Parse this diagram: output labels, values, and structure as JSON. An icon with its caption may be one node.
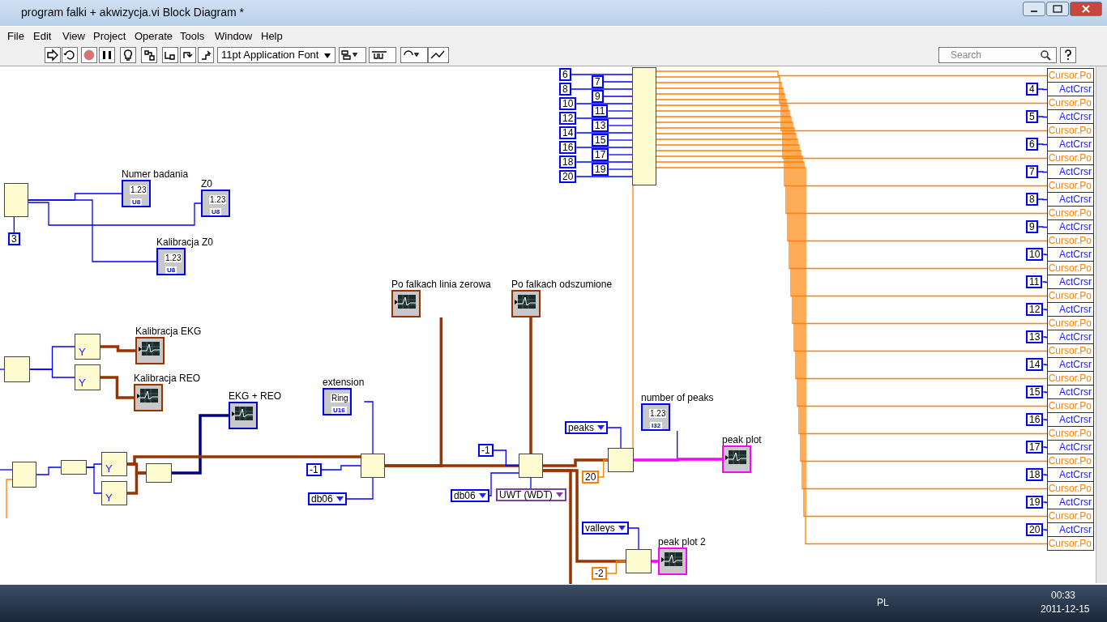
{
  "diagram": {
    "title": "program falki + akwizycja.vi Block Diagram *",
    "nodes": [
      {
        "text": [],
        "shape": "box"
      },
      {
        "text": [
          "3"
        ]
      },
      {
        "text": [
          "Numer badania",
          "1.23",
          "U8"
        ]
      },
      {
        "text": [
          "Z0",
          "1.23",
          "U8"
        ]
      },
      {
        "text": [
          "Kalibracja Z0",
          "1.23",
          "U8"
        ]
      },
      {
        "text": [],
        "shape": "box"
      },
      {
        "text": [
          "Y"
        ]
      },
      {
        "text": [
          "Y"
        ]
      },
      {
        "text": [
          "Kalibracja EKG"
        ]
      },
      {
        "text": [
          "Kalibracja REO"
        ]
      },
      {
        "text": [],
        "shape": "box"
      },
      {
        "text": [],
        "shape": "box"
      },
      {
        "text": [
          "Y"
        ]
      },
      {
        "text": [
          "Y"
        ]
      },
      {
        "text": [],
        "shape": "box"
      },
      {
        "text": [
          "EKG + REO"
        ]
      },
      {
        "text": [],
        "shape": "box"
      },
      {
        "text": [
          "extension",
          "Ring",
          "U16"
        ]
      },
      {
        "text": [
          "-1"
        ]
      },
      {
        "text": [
          "db06"
        ]
      },
      {
        "text": [
          "Po falkach linia zerowa"
        ]
      },
      {
        "text": [],
        "shape": "box"
      },
      {
        "text": [
          "-1"
        ]
      },
      {
        "text": [
          "UWT (WDT)"
        ]
      },
      {
        "text": [
          "db06"
        ]
      },
      {
        "text": [
          "Po falkach odszumione"
        ]
      },
      {
        "text": [],
        "shape": "box"
      },
      {
        "text": [
          "peaks"
        ]
      },
      {
        "text": [
          "20"
        ]
      },
      {
        "text": [
          "number of peaks",
          "1.23",
          "I32"
        ]
      },
      {
        "text": [
          "peak plot"
        ]
      },
      {
        "text": [
          "valleys"
        ]
      },
      {
        "text": [
          "-2"
        ]
      },
      {
        "text": [],
        "shape": "box"
      },
      {
        "text": [
          "peak plot 2"
        ]
      },
      {
        "text": [],
        "shape": "box"
      },
      {
        "text": [
          "6"
        ]
      },
      {
        "text": [
          "7"
        ]
      },
      {
        "text": [
          "8"
        ]
      },
      {
        "text": [
          "9"
        ]
      },
      {
        "text": [
          "10"
        ]
      },
      {
        "text": [
          "11"
        ]
      },
      {
        "text": [
          "12"
        ]
      },
      {
        "text": [
          "13"
        ]
      },
      {
        "text": [
          "14"
        ]
      },
      {
        "text": [
          "15"
        ]
      },
      {
        "text": [
          "16"
        ]
      },
      {
        "text": [
          "17"
        ]
      },
      {
        "text": [
          "18"
        ]
      },
      {
        "text": [
          "19"
        ]
      },
      {
        "text": [
          "20"
        ]
      },
      {
        "text": [],
        "shape": "box"
      },
      {
        "text": [
          "Cursor.Po"
        ],
        "in": 51
      },
      {
        "text": [
          "ActCrsr"
        ],
        "in": 51
      },
      {
        "text": [
          "Cursor.Po"
        ],
        "in": 51
      },
      {
        "text": [
          "ActCrsr"
        ],
        "in": 51
      },
      {
        "text": [
          "Cursor.Po"
        ],
        "in": 51
      },
      {
        "text": [
          "ActCrsr"
        ],
        "in": 51
      },
      {
        "text": [
          "Cursor.Po"
        ],
        "in": 51
      },
      {
        "text": [
          "ActCrsr"
        ],
        "in": 51
      },
      {
        "text": [
          "Cursor.Po"
        ],
        "in": 51
      },
      {
        "text": [
          "ActCrsr"
        ],
        "in": 51
      },
      {
        "text": [
          "Cursor.Po"
        ],
        "in": 51
      },
      {
        "text": [
          "ActCrsr"
        ],
        "in": 51
      },
      {
        "text": [
          "Cursor.Po"
        ],
        "in": 51
      },
      {
        "text": [
          "ActCrsr"
        ],
        "in": 51
      },
      {
        "text": [
          "Cursor.Po"
        ],
        "in": 51
      },
      {
        "text": [
          "ActCrsr"
        ],
        "in": 51
      },
      {
        "text": [
          "Cursor.Po"
        ],
        "in": 51
      },
      {
        "text": [
          "ActCrsr"
        ],
        "in": 51
      },
      {
        "text": [
          "Cursor.Po"
        ],
        "in": 51
      },
      {
        "text": [
          "ActCrsr"
        ],
        "in": 51
      },
      {
        "text": [
          "Cursor.Po"
        ],
        "in": 51
      },
      {
        "text": [
          "ActCrsr"
        ],
        "in": 51
      },
      {
        "text": [
          "Cursor.Po"
        ],
        "in": 51
      },
      {
        "text": [
          "ActCrsr"
        ],
        "in": 51
      },
      {
        "text": [
          "Cursor.Po"
        ],
        "in": 51
      },
      {
        "text": [
          "ActCrsr"
        ],
        "in": 51
      },
      {
        "text": [
          "Cursor.Po"
        ],
        "in": 51
      },
      {
        "text": [
          "ActCrsr"
        ],
        "in": 51
      },
      {
        "text": [
          "Cursor.Po"
        ],
        "in": 51
      },
      {
        "text": [
          "ActCrsr"
        ],
        "in": 51
      },
      {
        "text": [
          "Cursor.Po"
        ],
        "in": 51
      },
      {
        "text": [
          "ActCrsr"
        ],
        "in": 51
      },
      {
        "text": [
          "Cursor.Po"
        ],
        "in": 51
      },
      {
        "text": [
          "ActCrsr"
        ],
        "in": 51
      },
      {
        "text": [
          "Cursor.Po"
        ],
        "in": 51
      },
      {
        "text": [
          "4"
        ]
      },
      {
        "text": [
          "5"
        ]
      },
      {
        "text": [
          "6"
        ]
      },
      {
        "text": [
          "7"
        ]
      },
      {
        "text": [
          "8"
        ]
      },
      {
        "text": [
          "9"
        ]
      },
      {
        "text": [
          "10"
        ]
      },
      {
        "text": [
          "11"
        ]
      },
      {
        "text": [
          "12"
        ]
      },
      {
        "text": [
          "13"
        ]
      },
      {
        "text": [
          "14"
        ]
      },
      {
        "text": [
          "15"
        ]
      },
      {
        "text": [
          "16"
        ]
      },
      {
        "text": [
          "17"
        ]
      },
      {
        "text": [
          "18"
        ]
      },
      {
        "text": [
          "19"
        ]
      },
      {
        "text": [
          "20"
        ]
      }
    ],
    "edges": [
      {
        "from": 1,
        "to": 0,
        "arrow": "none"
      },
      {
        "from": 0,
        "to": 2,
        "arrow": "none"
      },
      {
        "from": 0,
        "to": 3,
        "arrow": "none"
      },
      {
        "from": 0,
        "to": 4,
        "arrow": "none"
      },
      {
        "from": null,
        "to": 5,
        "arrow": "none"
      },
      {
        "from": 5,
        "to": 6,
        "arrow": "none"
      },
      {
        "from": 5,
        "to": 7,
        "arrow": "none"
      },
      {
        "from": 6,
        "to": 8,
        "arrow": "none",
        "style": "thick",
        "color": "#993300"
      },
      {
        "from": 7,
        "to": 9,
        "arrow": "none",
        "style": "thick",
        "color": "#993300"
      },
      {
        "from": null,
        "to": 10,
        "arrow": "none"
      },
      {
        "from": null,
        "to": 10,
        "arrow": "none",
        "color": "#ff8000"
      },
      {
        "from": 10,
        "to": 11,
        "arrow": "none"
      },
      {
        "from": 11,
        "to": 12,
        "arrow": "none"
      },
      {
        "from": 11,
        "to": 13,
        "arrow": "none"
      },
      {
        "from": 12,
        "to": 14,
        "arrow": "none",
        "style": "thick",
        "color": "#993300"
      },
      {
        "from": 13,
        "to": 14,
        "arrow": "none",
        "style": "thick",
        "color": "#993300"
      },
      {
        "from": 14,
        "to": 15,
        "arrow": "none",
        "style": "thick",
        "color": "#000080"
      },
      {
        "from": 12,
        "to": 16,
        "arrow": "none",
        "style": "thick",
        "color": "#993300"
      },
      {
        "from": 17,
        "to": 16,
        "arrow": "none"
      },
      {
        "from": 18,
        "to": 16,
        "arrow": "none"
      },
      {
        "from": 19,
        "to": 16,
        "arrow": "none"
      },
      {
        "from": 16,
        "to": 20,
        "arrow": "none",
        "style": "thick",
        "color": "#993300"
      },
      {
        "from": 16,
        "to": 21,
        "arrow": "none",
        "style": "thick",
        "color": "#993300"
      },
      {
        "from": 22,
        "to": 21,
        "arrow": "none"
      },
      {
        "from": 23,
        "to": 21,
        "arrow": "none"
      },
      {
        "from": 24,
        "to": 21,
        "arrow": "none"
      },
      {
        "from": 21,
        "to": 25,
        "arrow": "none",
        "style": "thick",
        "color": "#993300"
      },
      {
        "from": 21,
        "to": 26,
        "arrow": "none",
        "style": "thick",
        "color": "#993300"
      },
      {
        "from": 27,
        "to": 26,
        "arrow": "none"
      },
      {
        "from": 28,
        "to": 26,
        "arrow": "none",
        "color": "#ff8000"
      },
      {
        "from": 26,
        "to": 29,
        "arrow": "none"
      },
      {
        "from": 26,
        "to": 30,
        "arrow": "none",
        "style": "thick",
        "color": "#ff00ff"
      },
      {
        "from": 21,
        "to": 33,
        "arrow": "none",
        "style": "thick",
        "color": "#993300"
      },
      {
        "from": 21,
        "to": null,
        "arrow": "none",
        "style": "thick",
        "color": "#993300"
      },
      {
        "from": 31,
        "to": 33,
        "arrow": "none"
      },
      {
        "from": 32,
        "to": 33,
        "arrow": "none",
        "color": "#ff8000"
      },
      {
        "from": 33,
        "to": 34,
        "arrow": "none",
        "style": "thick",
        "color": "#ff00ff"
      },
      {
        "from": 26,
        "to": 35,
        "arrow": "none",
        "color": "#ff8000"
      },
      {
        "from": 36,
        "to": 35,
        "arrow": "none"
      },
      {
        "from": 37,
        "to": 35,
        "arrow": "none"
      },
      {
        "from": 38,
        "to": 35,
        "arrow": "none"
      },
      {
        "from": 39,
        "to": 35,
        "arrow": "none"
      },
      {
        "from": 40,
        "to": 35,
        "arrow": "none"
      },
      {
        "from": 41,
        "to": 35,
        "arrow": "none"
      },
      {
        "from": 42,
        "to": 35,
        "arrow": "none"
      },
      {
        "from": 43,
        "to": 35,
        "arrow": "none"
      },
      {
        "from": 44,
        "to": 35,
        "arrow": "none"
      },
      {
        "from": 45,
        "to": 35,
        "arrow": "none"
      },
      {
        "from": 46,
        "to": 35,
        "arrow": "none"
      },
      {
        "from": 47,
        "to": 35,
        "arrow": "none"
      },
      {
        "from": 48,
        "to": 35,
        "arrow": "none"
      },
      {
        "from": 49,
        "to": 35,
        "arrow": "none"
      },
      {
        "from": 50,
        "to": 35,
        "arrow": "none"
      },
      {
        "from": 35,
        "to": 52,
        "arrow": "none",
        "color": "#ff8000"
      },
      {
        "from": 35,
        "to": 54,
        "arrow": "none",
        "color": "#ff8000"
      },
      {
        "from": 35,
        "to": 56,
        "arrow": "none",
        "color": "#ff8000"
      },
      {
        "from": 35,
        "to": 58,
        "arrow": "none",
        "color": "#ff8000"
      },
      {
        "from": 35,
        "to": 60,
        "arrow": "none",
        "color": "#ff8000"
      },
      {
        "from": 35,
        "to": 62,
        "arrow": "none",
        "color": "#ff8000"
      },
      {
        "from": 35,
        "to": 64,
        "arrow": "none",
        "color": "#ff8000"
      },
      {
        "from": 35,
        "to": 66,
        "arrow": "none",
        "color": "#ff8000"
      },
      {
        "from": 35,
        "to": 68,
        "arrow": "none",
        "color": "#ff8000"
      },
      {
        "from": 35,
        "to": 70,
        "arrow": "none",
        "color": "#ff8000"
      },
      {
        "from": 35,
        "to": 72,
        "arrow": "none",
        "color": "#ff8000"
      },
      {
        "from": 35,
        "to": 74,
        "arrow": "none",
        "color": "#ff8000"
      },
      {
        "from": 35,
        "to": 76,
        "arrow": "none",
        "color": "#ff8000"
      },
      {
        "from": 35,
        "to": 78,
        "arrow": "none",
        "color": "#ff8000"
      },
      {
        "from": 35,
        "to": 80,
        "arrow": "none",
        "color": "#ff8000"
      },
      {
        "from": 35,
        "to": 82,
        "arrow": "none",
        "color": "#ff8000"
      },
      {
        "from": 35,
        "to": 84,
        "arrow": "none",
        "color": "#ff8000"
      },
      {
        "from": 35,
        "to": 86,
        "arrow": "none",
        "color": "#ff8000"
      },
      {
        "from": 87,
        "to": 53,
        "arrow": "none"
      },
      {
        "from": 88,
        "to": 55,
        "arrow": "none"
      },
      {
        "from": 89,
        "to": 57,
        "arrow": "none"
      },
      {
        "from": 90,
        "to": 59,
        "arrow": "none"
      },
      {
        "from": 91,
        "to": 61,
        "arrow": "none"
      },
      {
        "from": 92,
        "to": 63,
        "arrow": "none"
      },
      {
        "from": 93,
        "to": 65,
        "arrow": "none"
      },
      {
        "from": 94,
        "to": 67,
        "arrow": "none"
      },
      {
        "from": 95,
        "to": 69,
        "arrow": "none"
      },
      {
        "from": 96,
        "to": 71,
        "arrow": "none"
      },
      {
        "from": 97,
        "to": 73,
        "arrow": "none"
      },
      {
        "from": 98,
        "to": 75,
        "arrow": "none"
      },
      {
        "from": 99,
        "to": 77,
        "arrow": "none"
      },
      {
        "from": 100,
        "to": 79,
        "arrow": "none"
      },
      {
        "from": 101,
        "to": 81,
        "arrow": "none"
      },
      {
        "from": 102,
        "to": 83,
        "arrow": "none"
      },
      {
        "from": 103,
        "to": 85,
        "arrow": "none"
      }
    ],
    "labels": [
      "File",
      "Edit",
      "View",
      "Project",
      "Operate",
      "Tools",
      "Window",
      "Help",
      "11pt Application Font",
      "Search",
      "PL",
      "00:33",
      "2011-12-15"
    ]
  }
}
